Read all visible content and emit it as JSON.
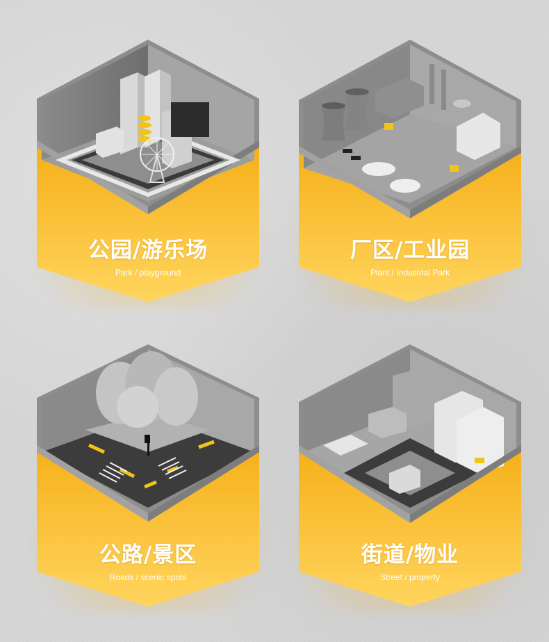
{
  "colors": {
    "background": "#d6d6d6",
    "yellow_top": "#f4ae14",
    "yellow_bottom": "#ffd45a",
    "wall_dark": "#7a7a7a",
    "wall_light": "#b0b0b0",
    "floor": "#9a9a9a",
    "text": "#ffffff"
  },
  "tiles": [
    {
      "id": "park",
      "title": "公园/游乐场",
      "subtitle": "Park / playground",
      "scene_icon": "city-amusement-park-scene"
    },
    {
      "id": "plant",
      "title": "厂区/工业园",
      "subtitle": "Plant / Industrial Park",
      "scene_icon": "factory-industrial-scene"
    },
    {
      "id": "roads",
      "title": "公路/景区",
      "subtitle": "Roads / scenic spots",
      "scene_icon": "road-intersection-trees-scene"
    },
    {
      "id": "street",
      "title": "街道/物业",
      "subtitle": "Street / property",
      "scene_icon": "street-buildings-scene"
    }
  ]
}
